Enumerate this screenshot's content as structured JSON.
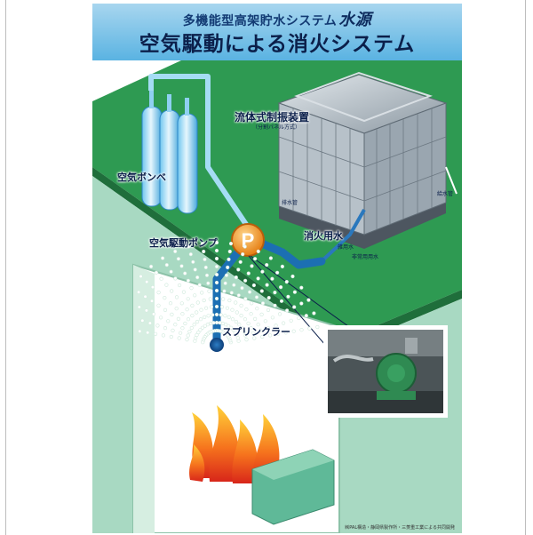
{
  "header": {
    "subtitle": "多機能型高架貯水システム",
    "brand": "水源",
    "title": "空気駆動による消火システム"
  },
  "labels": {
    "tank": "流体式制振装置",
    "tank_note": "（分割パネル方式）",
    "cylinders": "空気ボンベ",
    "pump": "空気駆動ポンプ",
    "pump_symbol": "P",
    "fire_water": "消火用水",
    "sprinkler": "スプリンクラー",
    "drain_pipe": "排水管",
    "supply_pipe": "給水管",
    "pipe_a": "雑用水",
    "pipe_b": "非常用用水"
  },
  "footer": {
    "credit": "㈱PAL構造・静岡県製作所・三菱重工業による共同開発"
  },
  "colors": {
    "banner": "#5ab3e2",
    "title": "#0b1f4a",
    "roof": "#2e9a52",
    "wall": "#a8d9c2",
    "pipe": "#1c6fb3",
    "pump": "#ef8a1c",
    "flame": "#e43716"
  }
}
